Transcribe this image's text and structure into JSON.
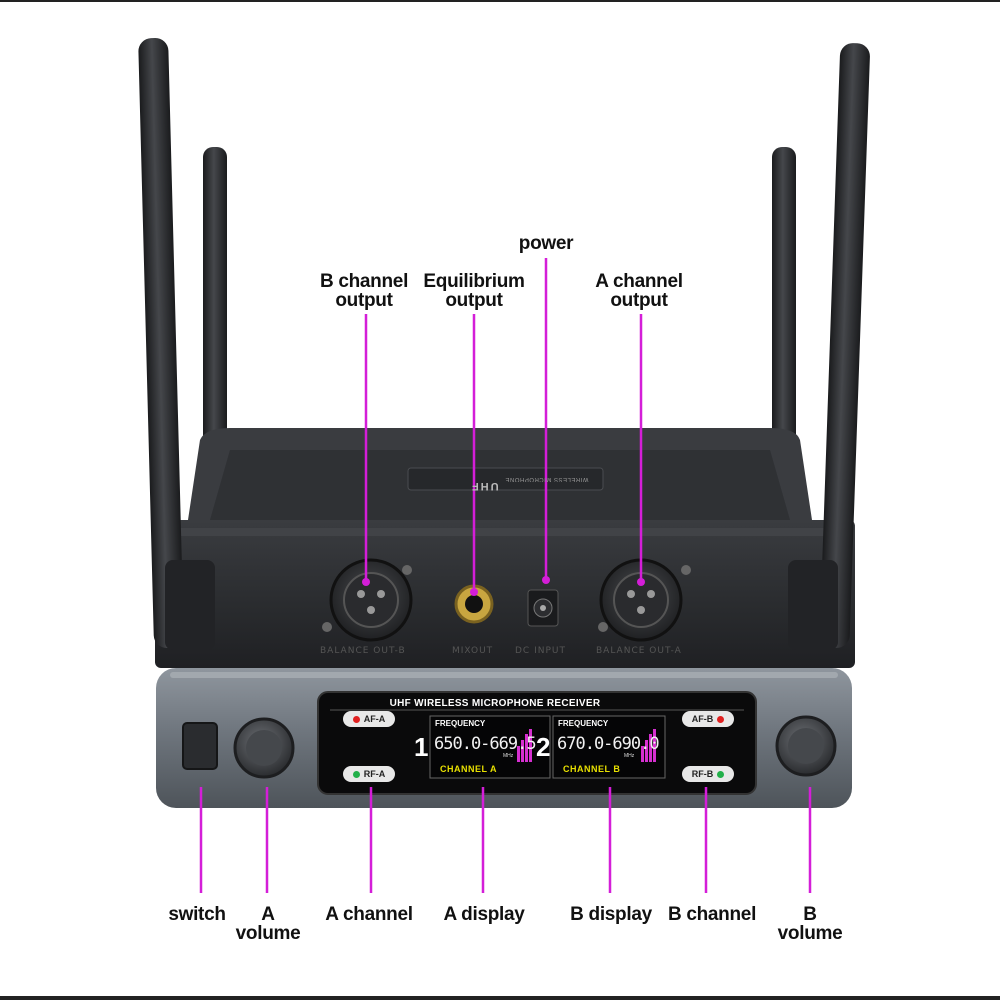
{
  "labels": {
    "power": "power",
    "b_channel_output": "B channel\noutput",
    "equilibrium_output": "Equilibrium\noutput",
    "a_channel_output": "A channel\noutput",
    "switch": "switch",
    "a_volume": "A\nvolume",
    "a_channel": "A channel",
    "a_display": "A display",
    "b_display": "B display",
    "b_channel": "B channel",
    "b_volume": "B\nvolume"
  },
  "rear_panel": {
    "top_badge": "UHF",
    "top_badge_sub": "WIRELESS MICROPHONE",
    "balance_out_b": "BALANCE  OUT-B",
    "mix_out": "MIXOUT",
    "dc_input": "DC  INPUT",
    "balance_out_a": "BALANCE  OUT-A"
  },
  "front_panel": {
    "title": "UHF WIRELESS MICROPHONE RECEIVER",
    "af_a": "AF-A",
    "rf_a": "RF-A",
    "af_b": "AF-B",
    "rf_b": "RF-B",
    "channel1": {
      "number": "1",
      "freq_label": "FREQUENCY",
      "freq": "650.0-669.5",
      "unit": "MHz",
      "name": "CHANNEL  A"
    },
    "channel2": {
      "number": "2",
      "freq_label": "FREQUENCY",
      "freq": "670.0-690.0",
      "unit": "MHz",
      "name": "CHANNEL  B"
    }
  },
  "colors": {
    "leader_line": "#d41ed8",
    "led_red": "#e02020",
    "led_green": "#22b04a",
    "lcd_accent": "#d62fd0"
  }
}
